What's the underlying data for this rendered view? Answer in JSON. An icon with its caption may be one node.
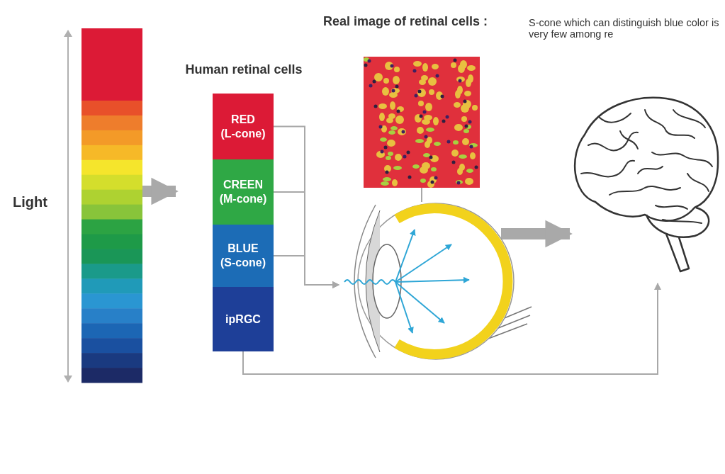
{
  "diagram": {
    "nodes": [
      {
        "text": [],
        "shape": "bar",
        "beside": [
          "Light"
        ]
      },
      {
        "text": [
          "Human retinal cells"
        ]
      },
      {
        "text": [
          "RED (L-cone)"
        ],
        "in": 1
      },
      {
        "text": [
          "CREEN (M-cone)"
        ],
        "in": 1
      },
      {
        "text": [
          "BLUE (S-cone)"
        ],
        "in": 1
      },
      {
        "text": [
          "ipRGC"
        ],
        "in": 1
      },
      {
        "text": [],
        "shape": "picture"
      },
      {
        "text": [],
        "shape": "picture"
      },
      {
        "text": [],
        "shape": "picture"
      }
    ],
    "edges": [
      {
        "from": 0,
        "to": 1,
        "arrow": "to",
        "style": "thick"
      },
      {
        "from": 2,
        "to": 7,
        "arrow": "to"
      },
      {
        "from": 3,
        "to": 7,
        "arrow": "to"
      },
      {
        "from": 4,
        "to": 7,
        "arrow": "to"
      },
      {
        "from": 6,
        "to": 7,
        "arrow": "none"
      },
      {
        "from": 7,
        "to": 8,
        "arrow": "to",
        "style": "thick"
      },
      {
        "from": 5,
        "to": 8,
        "arrow": "to"
      }
    ],
    "labels": [
      "Real image of retinal cells :",
      "S-cone which can distinguish blue color is very few among re"
    ]
  }
}
